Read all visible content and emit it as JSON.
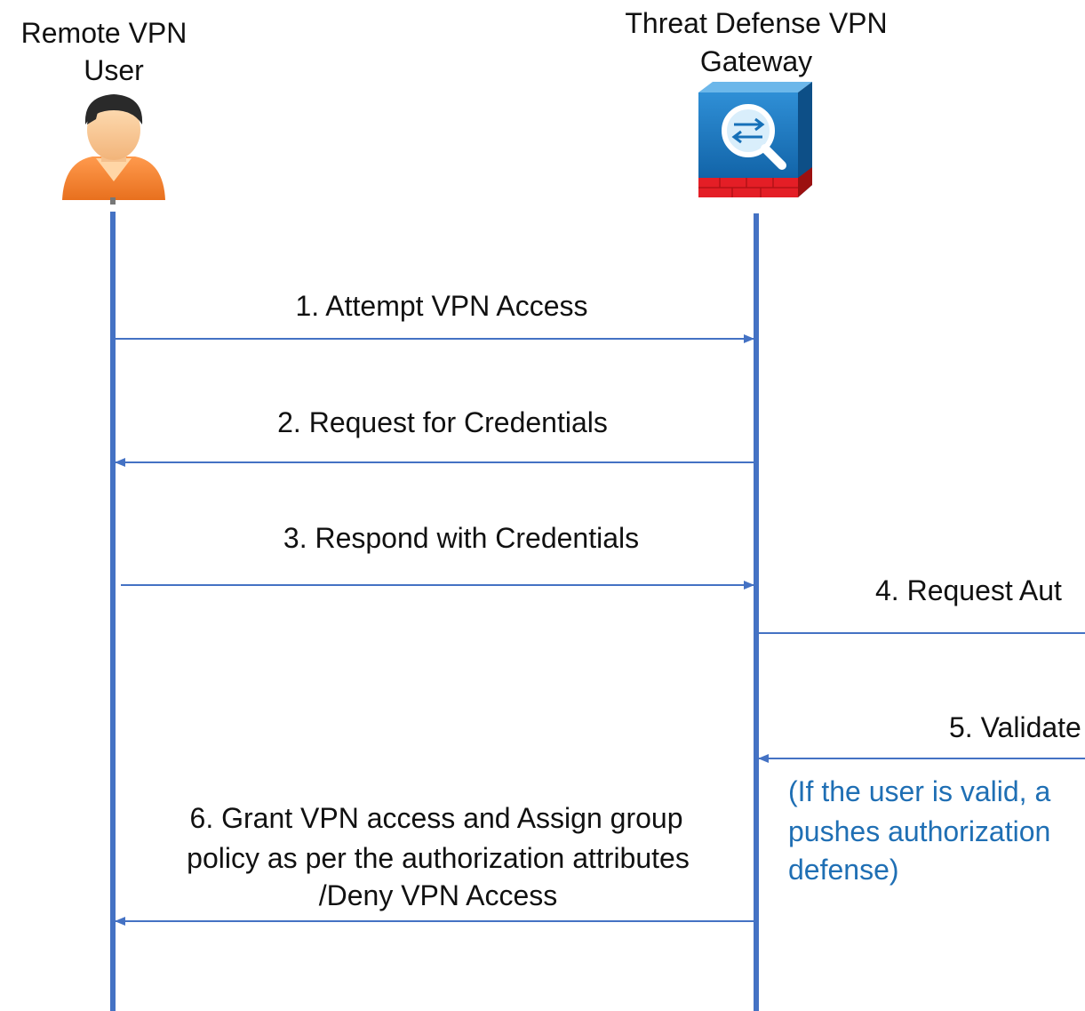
{
  "participants": {
    "user": {
      "title_line1": "Remote VPN",
      "title_line2": "User",
      "icon": "user-icon"
    },
    "gateway": {
      "title_line1": "Threat Defense VPN",
      "title_line2": "Gateway",
      "icon": "vpn-gateway-icon"
    }
  },
  "messages": {
    "m1": "1. Attempt VPN Access",
    "m2": "2. Request for Credentials",
    "m3": "3. Respond with Credentials",
    "m4": "4. Request Aut",
    "m5": "5. Validate",
    "m6_line1": "6. Grant VPN access and Assign group",
    "m6_line2": "policy as per the authorization attributes",
    "m6_line3": "/Deny VPN Access"
  },
  "note": {
    "line1": "(If the user is valid, a",
    "line2": "pushes authorization",
    "line3": "defense)"
  },
  "colors": {
    "lifeline": "#4472C4",
    "arrow": "#4472C4",
    "note_text": "#1F6FB4",
    "text": "#111111"
  }
}
